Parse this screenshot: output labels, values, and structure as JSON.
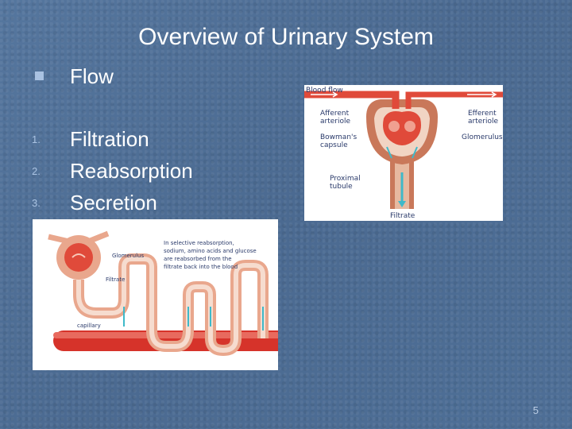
{
  "slide": {
    "title": "Overview of Urinary System",
    "bullets": [
      {
        "marker": "",
        "text": "Flow"
      },
      {
        "marker": "1.",
        "text": "Filtration"
      },
      {
        "marker": "2.",
        "text": "Reabsorption"
      },
      {
        "marker": "3.",
        "text": "Secretion"
      }
    ],
    "page_number": "5"
  },
  "figure_top": {
    "labels": {
      "blood_flow": "Blood flow",
      "afferent": "Afferent",
      "afferent2": "arteriole",
      "efferent": "Efferent",
      "efferent2": "arteriole",
      "bowmans": "Bowman's",
      "bowmans2": "capsule",
      "glomerulus": "Glomerulus",
      "proximal": "Proximal",
      "proximal2": "tubule",
      "filtrate": "Filtrate"
    }
  },
  "figure_bottom": {
    "labels": {
      "note1": "In selective reabsorption,",
      "note2": "sodium, amino acids and glucose",
      "note3": "are reabsorbed from the",
      "note4": "filtrate back into the blood",
      "glomerulus": "Glomerulus",
      "filtrate": "Filtrate",
      "capillary": "capillary"
    }
  },
  "colors": {
    "background": "#4f6f96",
    "tissue": "#c9785a",
    "blood": "#e04a3a",
    "arrow_teal": "#3fb9c9"
  }
}
